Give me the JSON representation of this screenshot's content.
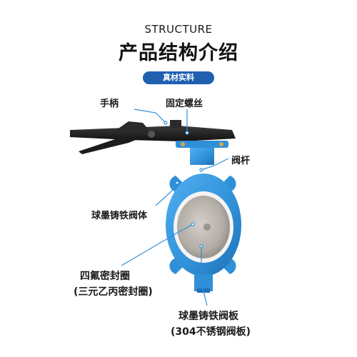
{
  "header": {
    "title_en": "STRUCTURE",
    "title_cn": "产品结构介绍",
    "badge": "真材实料"
  },
  "labels": {
    "handle": "手柄",
    "fixing_screw": "固定螺丝",
    "stem": "阀杆",
    "body": "球墨铸铁阀体",
    "seal_line1": "四氟密封圈",
    "seal_line2": "(三元乙丙密封圈)",
    "disc_line1": "球墨铸铁阀板",
    "disc_line2": "(304不锈钢阀板)"
  },
  "colors": {
    "valve_blue": "#2f90d8",
    "badge_blue": "#1f5fb0",
    "handle_black": "#1c1c1c",
    "disc_steel": "#b8b2ab"
  }
}
